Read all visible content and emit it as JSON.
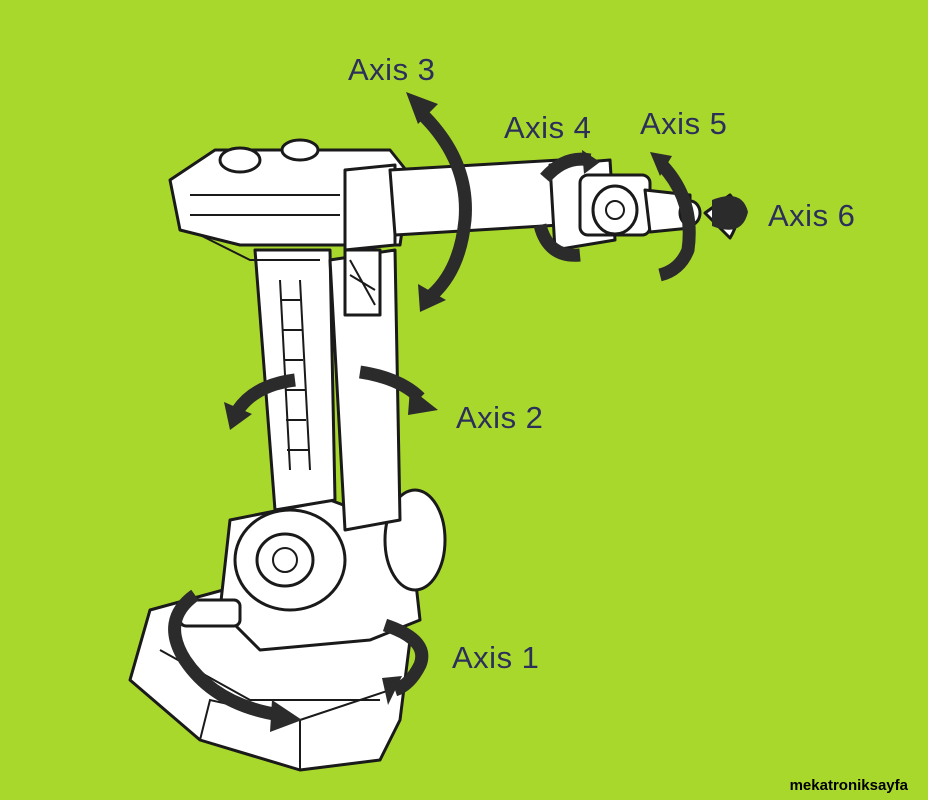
{
  "labels": {
    "axis1": "Axis 1",
    "axis2": "Axis 2",
    "axis3": "Axis 3",
    "axis4": "Axis 4",
    "axis5": "Axis 5",
    "axis6": "Axis 6"
  },
  "watermark": "mekatroniksayfa",
  "colors": {
    "background": "#a9d82d",
    "label_text": "#2b2f5a",
    "arrows": "#2b2b2b"
  }
}
